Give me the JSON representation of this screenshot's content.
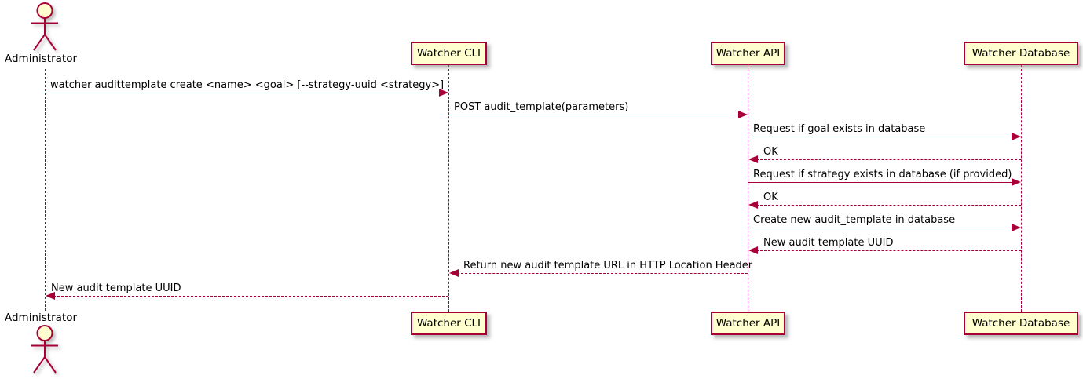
{
  "diagram": {
    "type": "sequence",
    "colors": {
      "line": "#A80036",
      "fill": "#FEFECE",
      "text": "#000000",
      "background": "#FFFFFF"
    },
    "participants": [
      {
        "id": "administrator",
        "name": "Administrator",
        "kind": "actor"
      },
      {
        "id": "cli",
        "name": "Watcher CLI",
        "kind": "participant"
      },
      {
        "id": "api",
        "name": "Watcher API",
        "kind": "participant"
      },
      {
        "id": "db",
        "name": "Watcher Database",
        "kind": "participant"
      }
    ],
    "messages": [
      {
        "from": "administrator",
        "to": "cli",
        "line": "solid",
        "text": "watcher audittemplate create <name> <goal> [--strategy-uuid <strategy>]"
      },
      {
        "from": "cli",
        "to": "api",
        "line": "solid",
        "text": "POST audit_template(parameters)"
      },
      {
        "from": "api",
        "to": "db",
        "line": "solid",
        "text": "Request if goal exists in database"
      },
      {
        "from": "db",
        "to": "api",
        "line": "dashed",
        "text": "OK"
      },
      {
        "from": "api",
        "to": "db",
        "line": "solid",
        "text": "Request if strategy exists in database (if provided)"
      },
      {
        "from": "db",
        "to": "api",
        "line": "dashed",
        "text": "OK"
      },
      {
        "from": "api",
        "to": "db",
        "line": "solid",
        "text": "Create new audit_template in database"
      },
      {
        "from": "db",
        "to": "api",
        "line": "dashed",
        "text": "New audit template UUID"
      },
      {
        "from": "api",
        "to": "cli",
        "line": "dashed",
        "text": "Return new audit template URL in HTTP Location Header"
      },
      {
        "from": "cli",
        "to": "administrator",
        "line": "dashed",
        "text": "New audit template UUID"
      }
    ]
  }
}
